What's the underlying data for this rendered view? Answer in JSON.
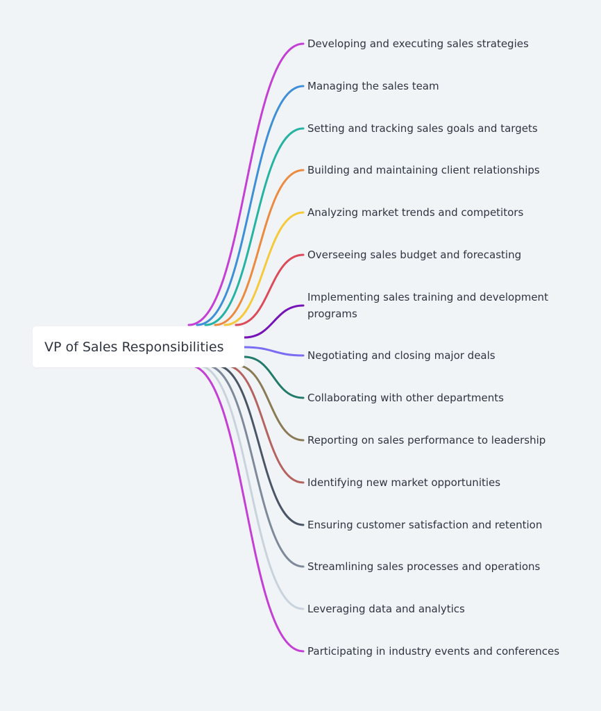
{
  "root": {
    "label": "VP of Sales Responsibilities"
  },
  "branches": [
    {
      "label": "Developing and executing sales strategies",
      "color": "#c33fd6"
    },
    {
      "label": "Managing the sales team",
      "color": "#3e8ed8"
    },
    {
      "label": "Setting and tracking sales goals and targets",
      "color": "#26b3a3"
    },
    {
      "label": "Building and maintaining client relationships",
      "color": "#ec8a3f"
    },
    {
      "label": "Analyzing market trends and competitors",
      "color": "#f5c93a"
    },
    {
      "label": "Overseeing sales budget and forecasting",
      "color": "#dd4a5a"
    },
    {
      "label": "Implementing sales training and development programs",
      "color": "#7514b8"
    },
    {
      "label": "Negotiating and closing major deals",
      "color": "#7a6cf3"
    },
    {
      "label": "Collaborating with other departments",
      "color": "#217a6a"
    },
    {
      "label": "Reporting on sales performance to leadership",
      "color": "#8a7a55"
    },
    {
      "label": "Identifying new market opportunities",
      "color": "#b5635f"
    },
    {
      "label": "Ensuring customer satisfaction and retention",
      "color": "#4a5666"
    },
    {
      "label": "Streamlining sales processes and operations",
      "color": "#7e8a9a"
    },
    {
      "label": "Leveraging data and analytics",
      "color": "#c8d3dc"
    },
    {
      "label": "Participating in industry events and conferences",
      "color": "#c33fd6"
    }
  ]
}
